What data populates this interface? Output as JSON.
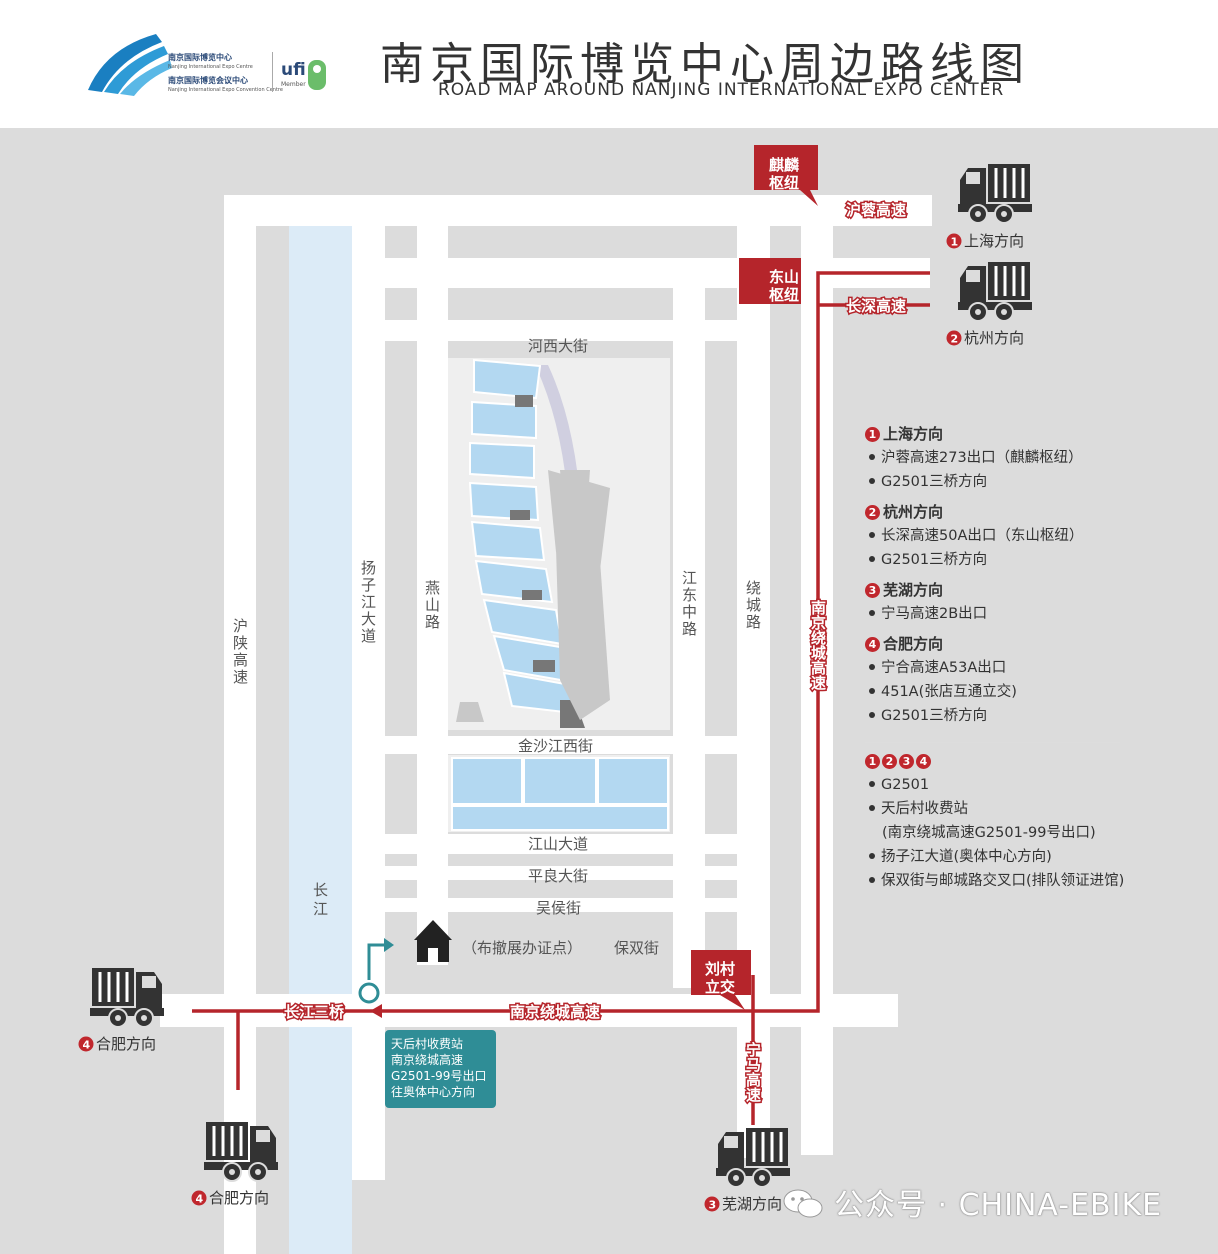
{
  "header": {
    "title": "南京国际博览中心周边路线图",
    "subtitle": "ROAD MAP AROUND NANJING INTERNATIONAL EXPO CENTER",
    "logo_cn_1": "南京国际博览中心",
    "logo_en_1": "Nanjing International Expo Centre",
    "logo_cn_2": "南京国际博览会议中心",
    "logo_en_2": "Nanjing International Expo Convention Centre",
    "ufi": "ufi",
    "ufi_sub": "Member"
  },
  "map": {
    "streets_h": {
      "hexi": "河西大街",
      "jinsha": "金沙江西街",
      "jiangshan": "江山大道",
      "pingliang": "平良大街",
      "wuhou": "吴侯街",
      "baoshuang": "保双街"
    },
    "streets_v": {
      "hushan": "沪陕高速",
      "yangzi": "扬子江大道",
      "yanshan": "燕山路",
      "jiangdong": "江东中路",
      "raocheng": "绕城路"
    },
    "river": "长江",
    "highways": {
      "hurong": "沪蓉高速",
      "changshen": "长深高速",
      "changjiang3": "长江三桥",
      "nanjing_ring_h": "南京绕城高速",
      "nanjing_ring_v": "南京绕城高速",
      "ningma": "宁马高速"
    },
    "hubs": {
      "qilin": "麒麟枢纽",
      "dongshan": "东山枢纽",
      "liucun": "刘村立交"
    },
    "trucks": {
      "shanghai": {
        "num": "1",
        "label": "上海方向"
      },
      "hangzhou": {
        "num": "2",
        "label": "杭州方向"
      },
      "hefei_left": {
        "num": "4",
        "label": "合肥方向"
      },
      "hefei_bottom": {
        "num": "4",
        "label": "合肥方向"
      },
      "wuhu": {
        "num": "3",
        "label": "芜湖方向"
      }
    },
    "office": "（布撤展办证点）",
    "tollbox": [
      "天后村收费站",
      "南京绕城高速",
      "G2501-99号出口",
      "往奥体中心方向"
    ]
  },
  "legend": {
    "groups": [
      {
        "num": "1",
        "title": "上海方向",
        "items": [
          "沪蓉高速273出口（麒麟枢纽）",
          "G2501三桥方向"
        ]
      },
      {
        "num": "2",
        "title": "杭州方向",
        "items": [
          "长深高速50A出口（东山枢纽）",
          "G2501三桥方向"
        ]
      },
      {
        "num": "3",
        "title": "芜湖方向",
        "items": [
          "宁马高速2B出口"
        ]
      },
      {
        "num": "4",
        "title": "合肥方向",
        "items": [
          "宁合高速A53A出口",
          "451A(张店互通立交)",
          "G2501三桥方向"
        ]
      }
    ],
    "all_nums": [
      "1",
      "2",
      "3",
      "4"
    ],
    "all_items": [
      "G2501",
      "天后村收费站",
      "(南京绕城高速G2501-99号出口)",
      "扬子江大道(奥体中心方向)",
      "保双街与邮城路交叉口(排队领证进馆)"
    ]
  },
  "watermark": "公众号 · CHINA-EBIKE",
  "colors": {
    "route": "#b5252b",
    "map_bg": "#dcdcdc",
    "road": "#ffffff",
    "river": "#dcebf7",
    "hall": "#b3d8f1",
    "toll": "#2f8d96"
  }
}
